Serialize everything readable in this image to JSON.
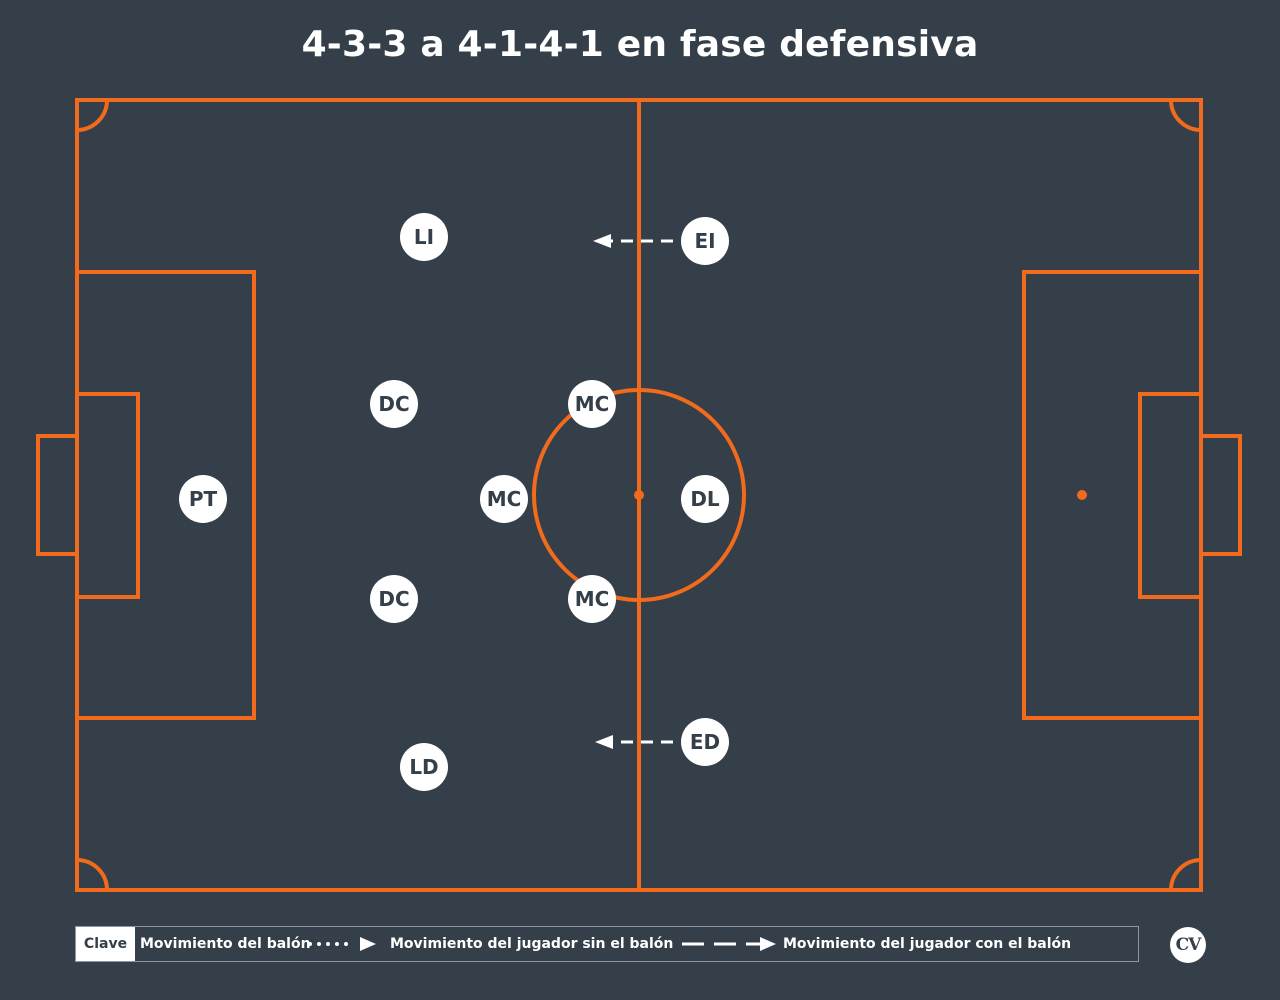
{
  "title": "4-3-3 a 4-1-4-1 en fase defensiva",
  "colors": {
    "background": "#343f49",
    "pitch_lines": "#f26b1d",
    "player_fill": "#ffffff",
    "player_text": "#343f49"
  },
  "players": {
    "pt": "PT",
    "li": "LI",
    "dc_top": "DC",
    "dc_bottom": "DC",
    "ld": "LD",
    "mc_center": "MC",
    "mc_top": "MC",
    "mc_bottom": "MC",
    "dl": "DL",
    "ei": "EI",
    "ed": "ED"
  },
  "legend": {
    "key_label": "Clave",
    "ball_movement": "Movimiento del balón",
    "player_without_ball": "Movimiento del jugador sin el balón",
    "player_with_ball": "Movimiento del jugador con el balón"
  },
  "logo_text": "CV",
  "icons": {
    "logo": "cv-logo-icon",
    "dotted_arrow": "dotted-arrow-icon",
    "dashed_arrow": "dashed-arrow-icon"
  }
}
